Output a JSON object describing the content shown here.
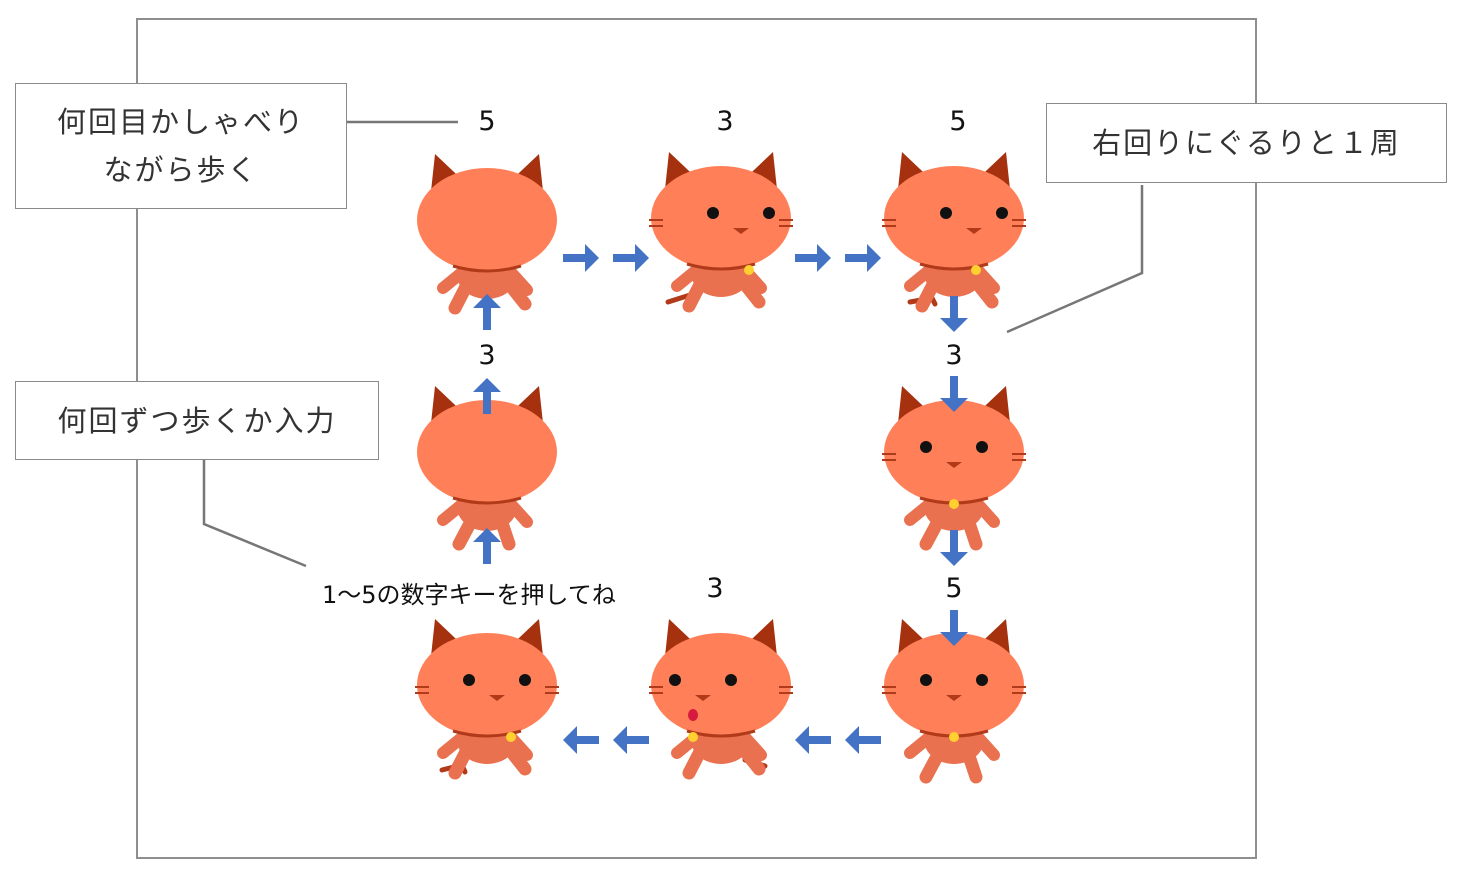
{
  "callouts": {
    "talk_walk": [
      "何回目かしゃべり",
      "ながら歩く"
    ],
    "clockwise": "右回りにぐるりと１周",
    "input_count": "何回ずつ歩くか入力"
  },
  "stage": {
    "prompt": "1〜5の数字キーを押してね",
    "counts": {
      "top_left": "5",
      "top_mid": "3",
      "top_right": "5",
      "mid_left": "3",
      "mid_right": "3",
      "bottom_mid": "3",
      "bottom_right": "5"
    }
  },
  "colors": {
    "cat_body": "#ff8058",
    "cat_ear": "#a5310f",
    "cat_limb": "#e9714f",
    "collar": "#b03a1a",
    "bell": "#ffd12f",
    "arrow": "#4472c4",
    "frame": "#8e8e8e",
    "leader_line": "#777777"
  },
  "icons": [
    "cat-sprite",
    "arrow-right-icon",
    "arrow-left-icon",
    "arrow-up-icon",
    "arrow-down-icon"
  ]
}
